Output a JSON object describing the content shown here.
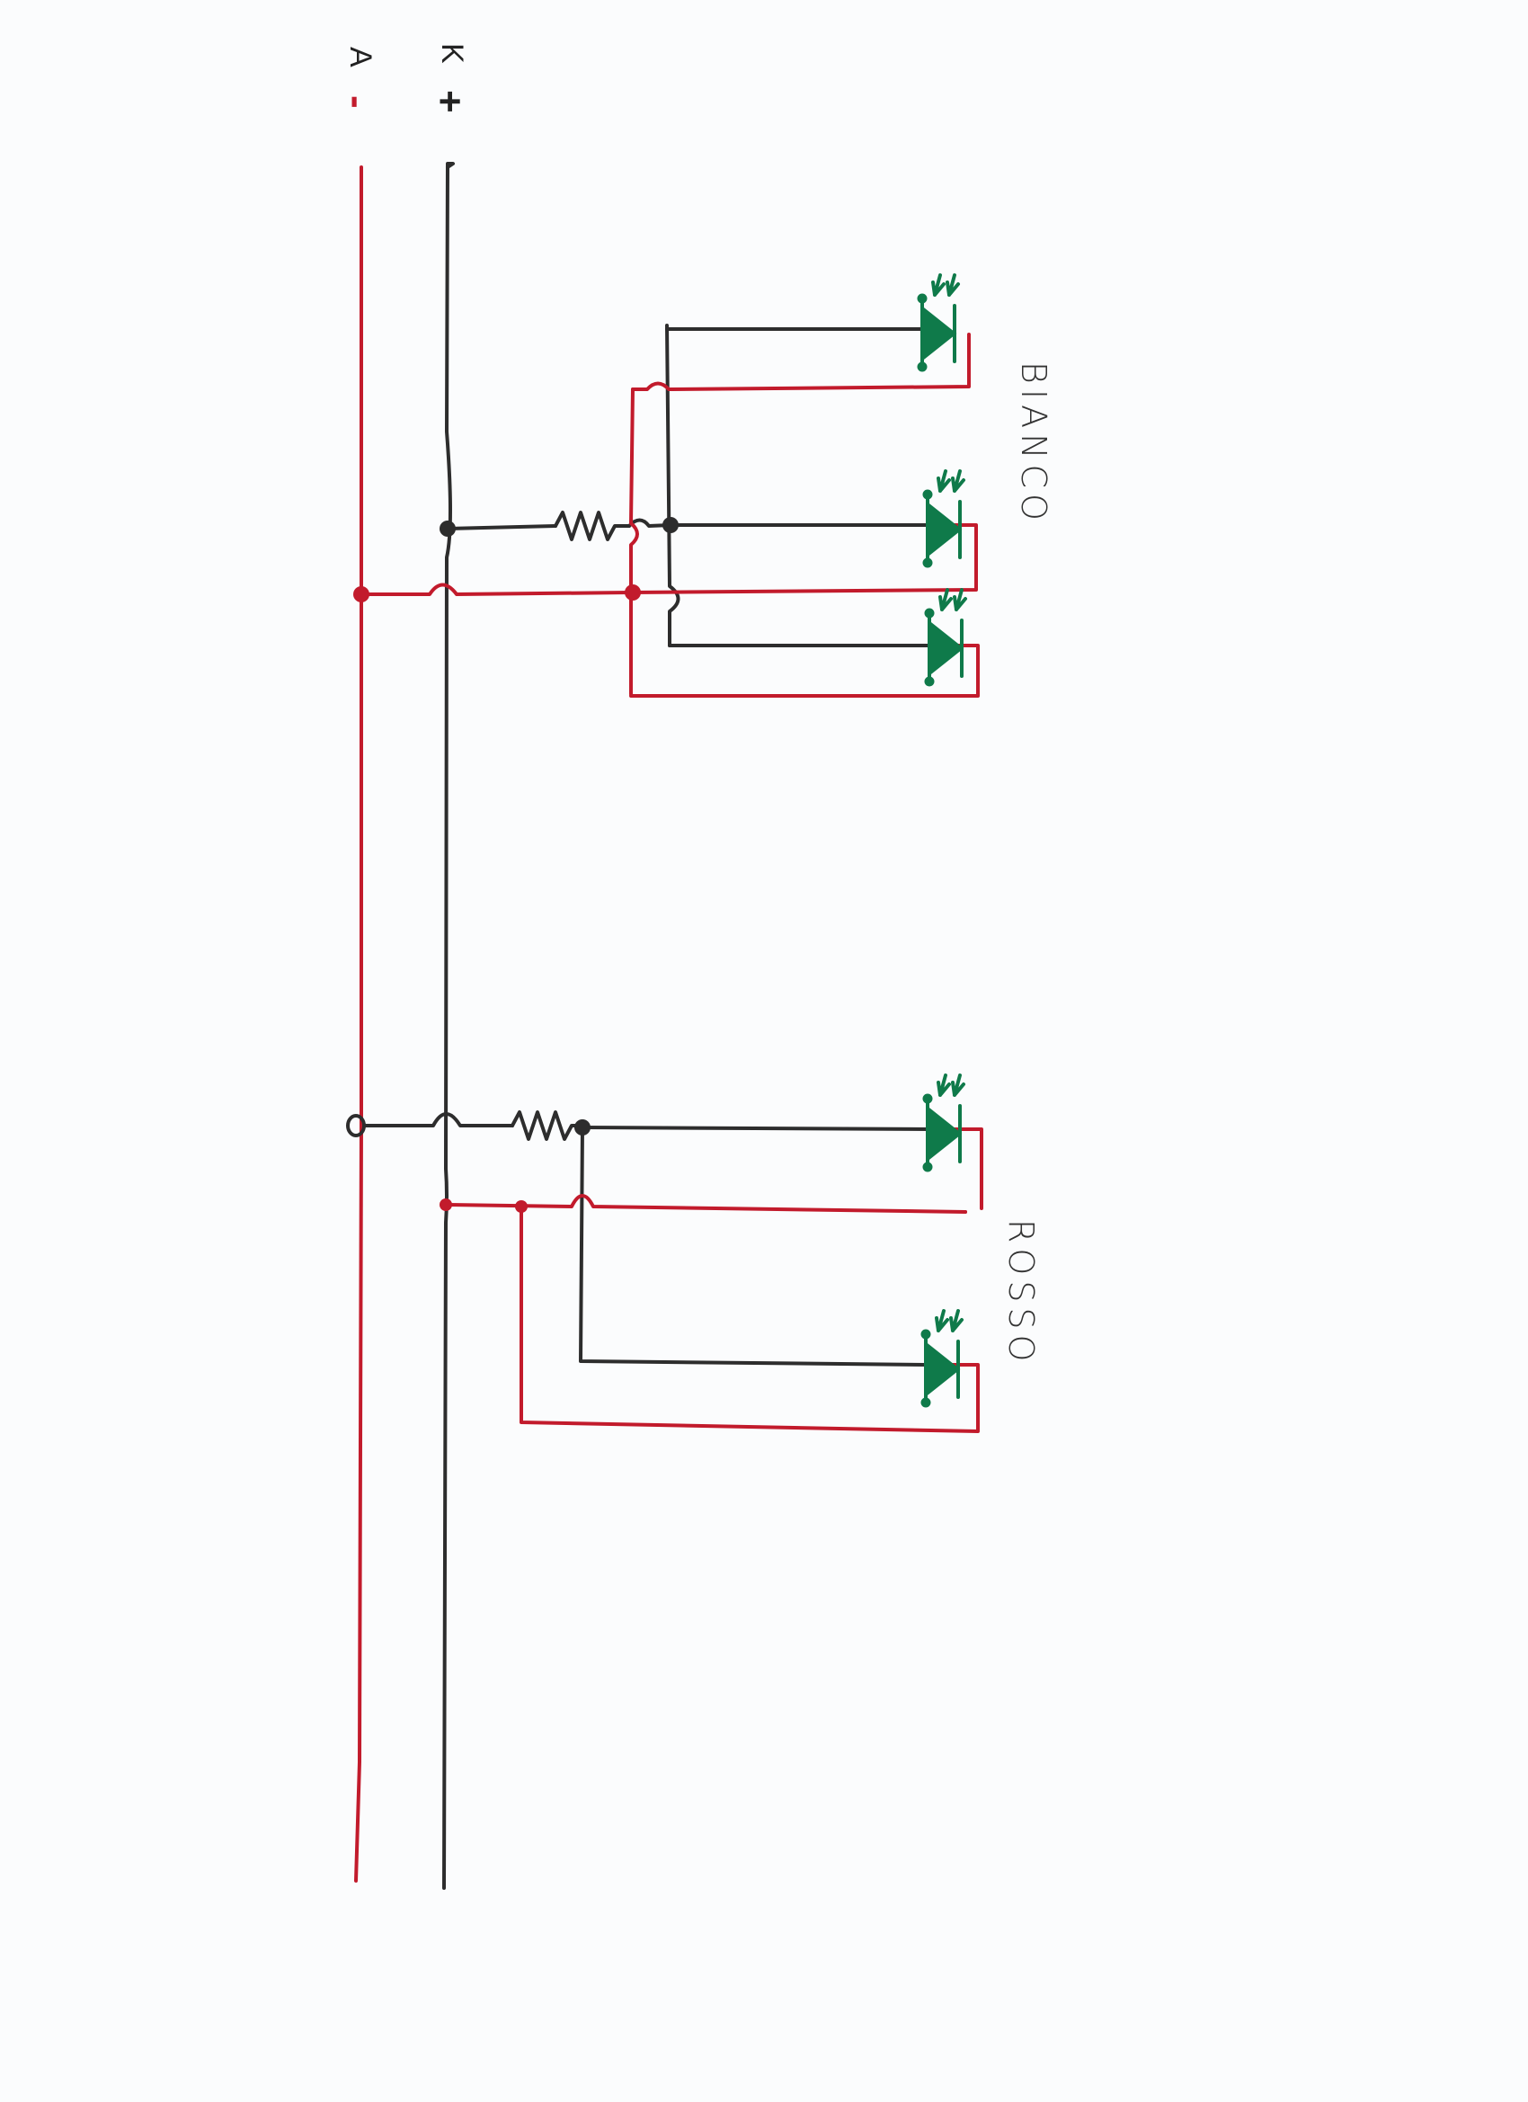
{
  "terminals": [
    {
      "letter": "K",
      "sign": "+",
      "rail_color": "#2d2d2d"
    },
    {
      "letter": "A",
      "sign": "-",
      "rail_color": "#c21b2c"
    }
  ],
  "groups": [
    {
      "label": "BIANCO",
      "led_count": 3
    },
    {
      "label": "ROSSO",
      "led_count": 2
    }
  ],
  "colors": {
    "wire_positive": "#2d2d2d",
    "wire_negative": "#c21b2c",
    "led": "#0f7a4a",
    "paper": "#fbfcfd"
  }
}
